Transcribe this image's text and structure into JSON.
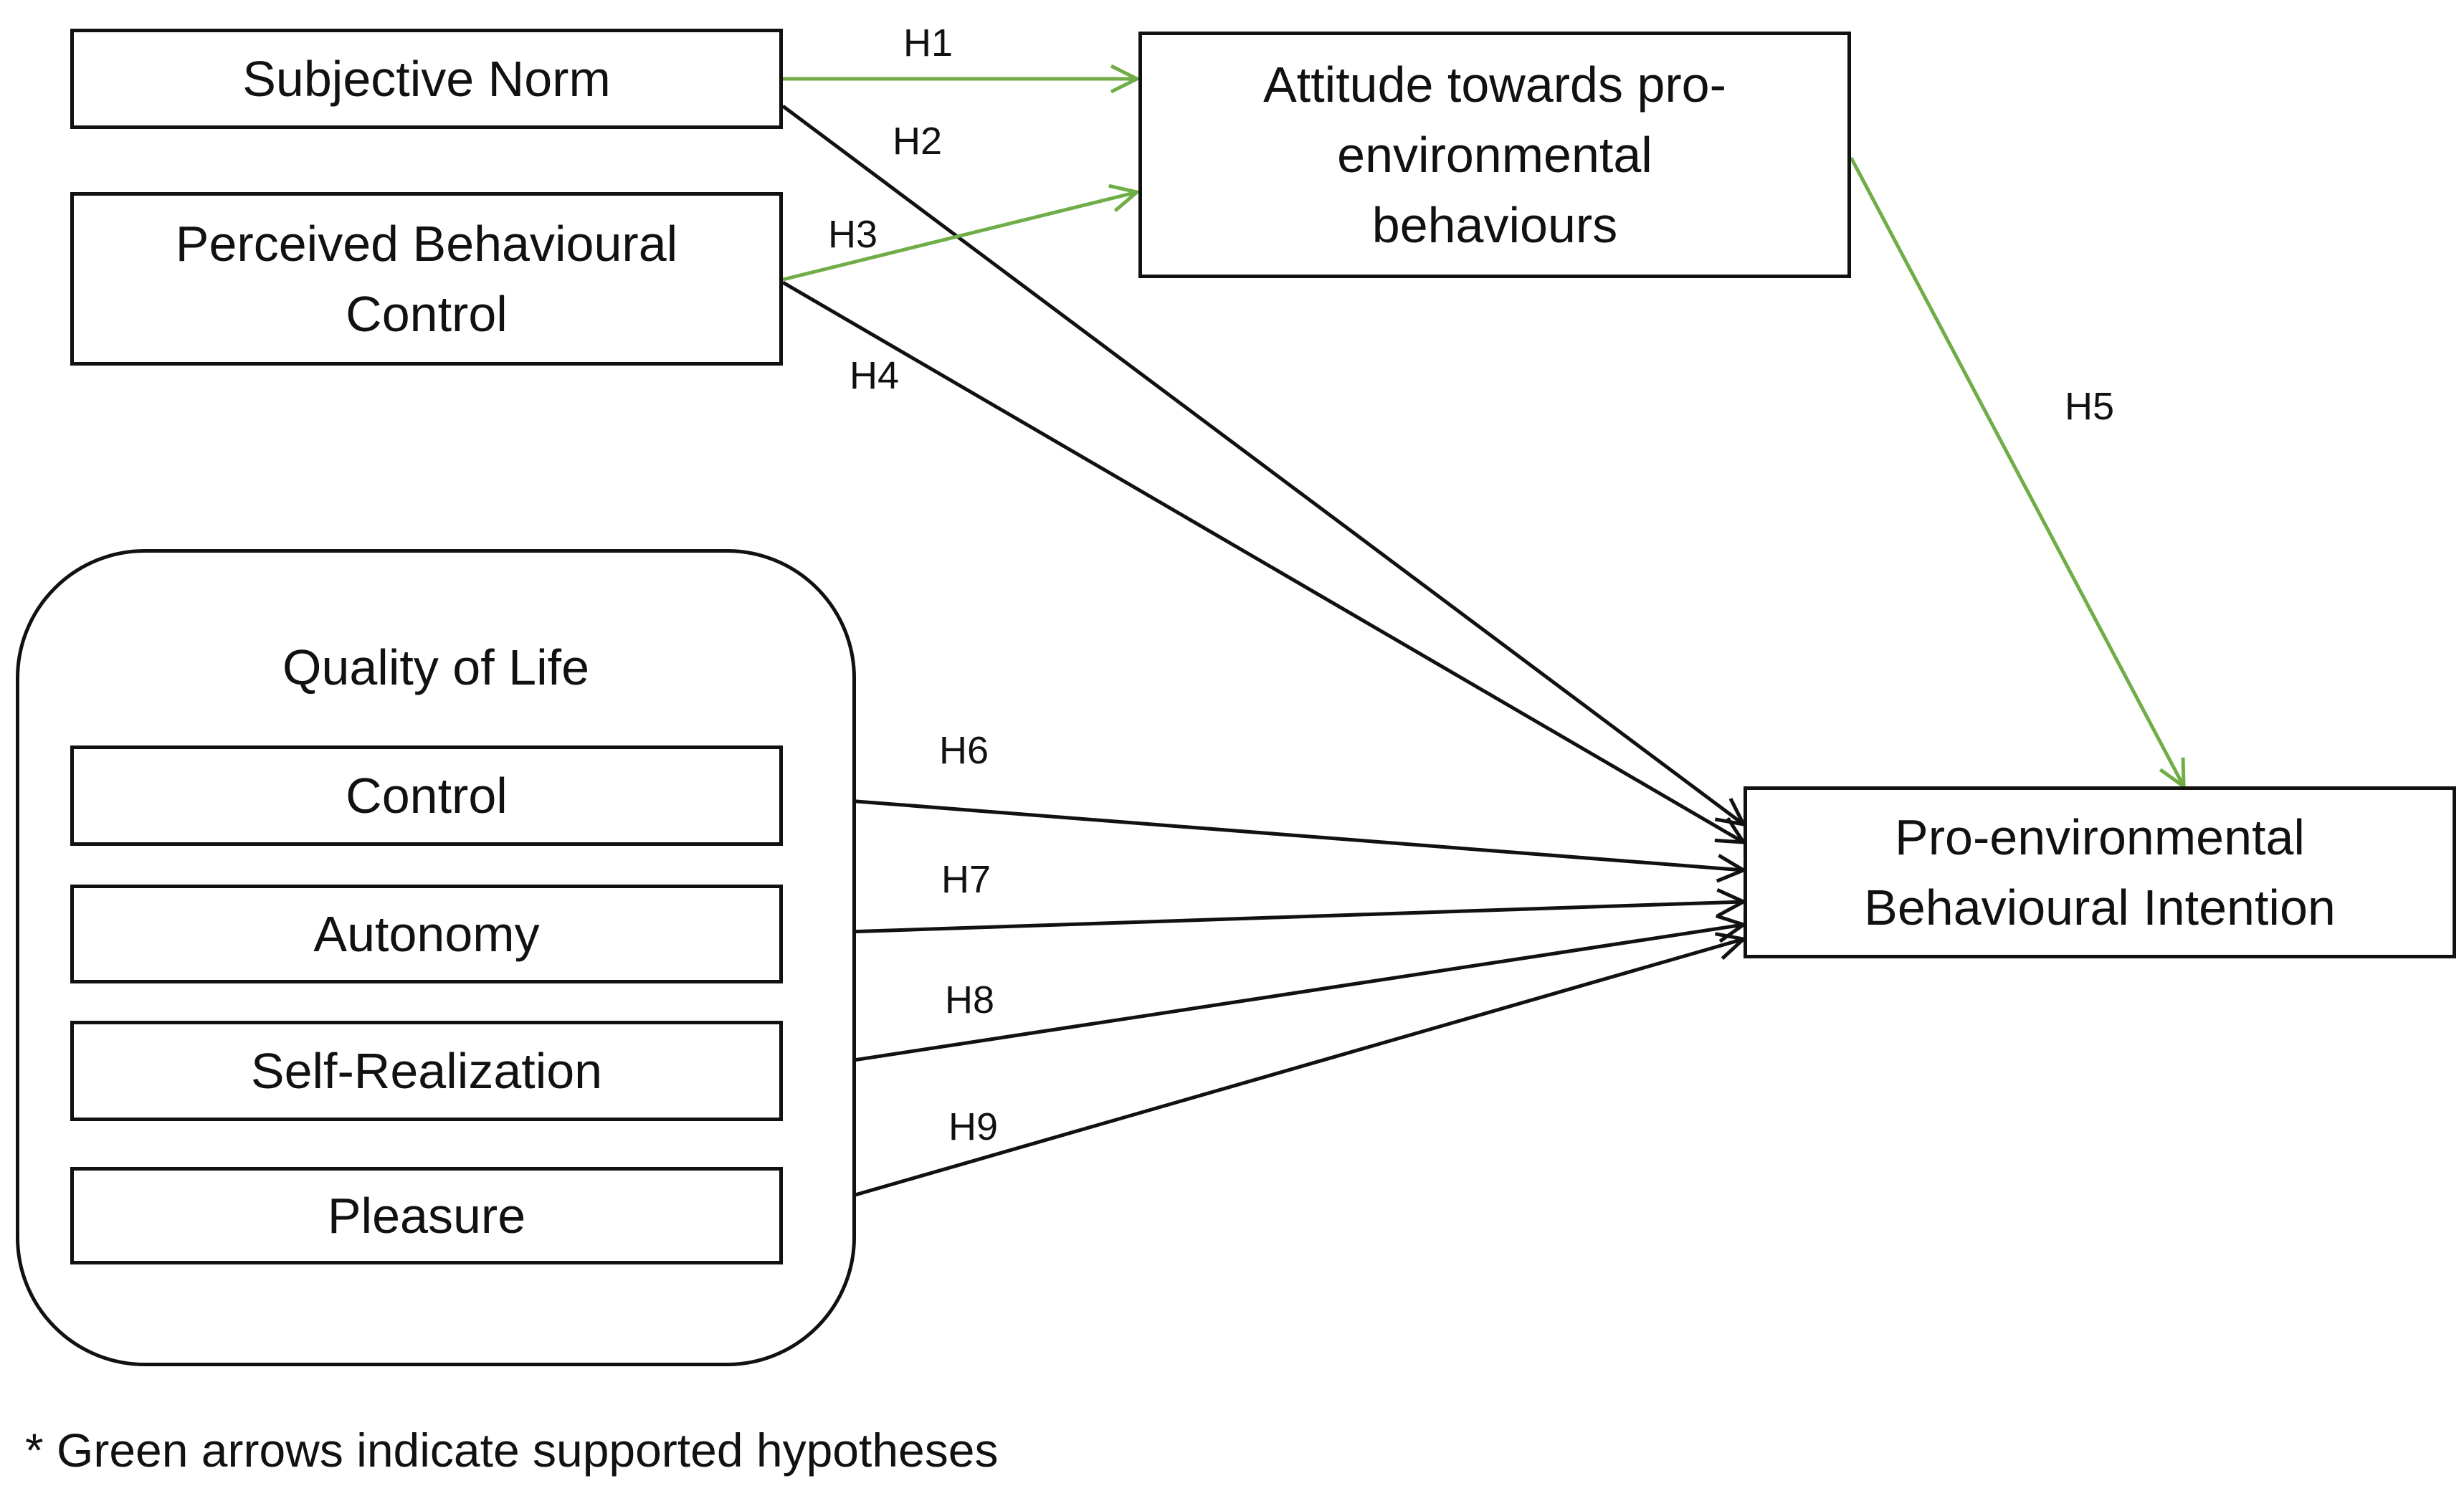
{
  "colors": {
    "supported": "#70ad47",
    "unsupported": "#111111"
  },
  "nodes": {
    "subjective_norm": "Subjective Norm",
    "pbc": "Perceived Behavioural Control",
    "attitude": "Attitude towards pro-environmental behaviours",
    "intention": "Pro-environmental Behavioural Intention",
    "qol_title": "Quality of Life",
    "control": "Control",
    "autonomy": "Autonomy",
    "self_realization": "Self-Realization",
    "pleasure": "Pleasure"
  },
  "edges": [
    {
      "label": "H1",
      "from": "Subjective Norm",
      "to": "Attitude towards pro-environmental behaviours",
      "supported": true
    },
    {
      "label": "H2",
      "from": "Subjective Norm",
      "to": "Pro-environmental Behavioural Intention",
      "supported": false
    },
    {
      "label": "H3",
      "from": "Perceived Behavioural Control",
      "to": "Attitude towards pro-environmental behaviours",
      "supported": true
    },
    {
      "label": "H4",
      "from": "Perceived Behavioural Control",
      "to": "Pro-environmental Behavioural Intention",
      "supported": false
    },
    {
      "label": "H5",
      "from": "Attitude towards pro-environmental behaviours",
      "to": "Pro-environmental Behavioural Intention",
      "supported": true
    },
    {
      "label": "H6",
      "from": "Control",
      "to": "Pro-environmental Behavioural Intention",
      "supported": false
    },
    {
      "label": "H7",
      "from": "Autonomy",
      "to": "Pro-environmental Behavioural Intention",
      "supported": false
    },
    {
      "label": "H8",
      "from": "Self-Realization",
      "to": "Pro-environmental Behavioural Intention",
      "supported": false
    },
    {
      "label": "H9",
      "from": "Pleasure",
      "to": "Pro-environmental Behavioural Intention",
      "supported": false
    }
  ],
  "footnote": "* Green arrows indicate supported hypotheses"
}
